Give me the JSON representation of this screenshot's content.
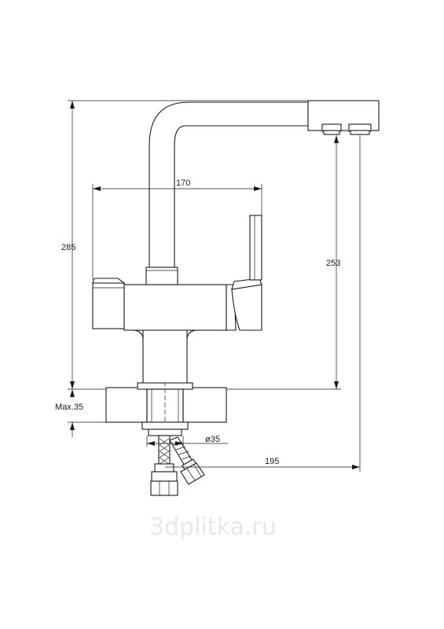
{
  "dimensions": {
    "total_height": "285",
    "spout_height": "253",
    "body_width": "170",
    "max_deck_thickness": "Max.35",
    "hole_diameter": "ø35",
    "spout_reach": "195"
  },
  "watermark": "3dplitka.ru"
}
